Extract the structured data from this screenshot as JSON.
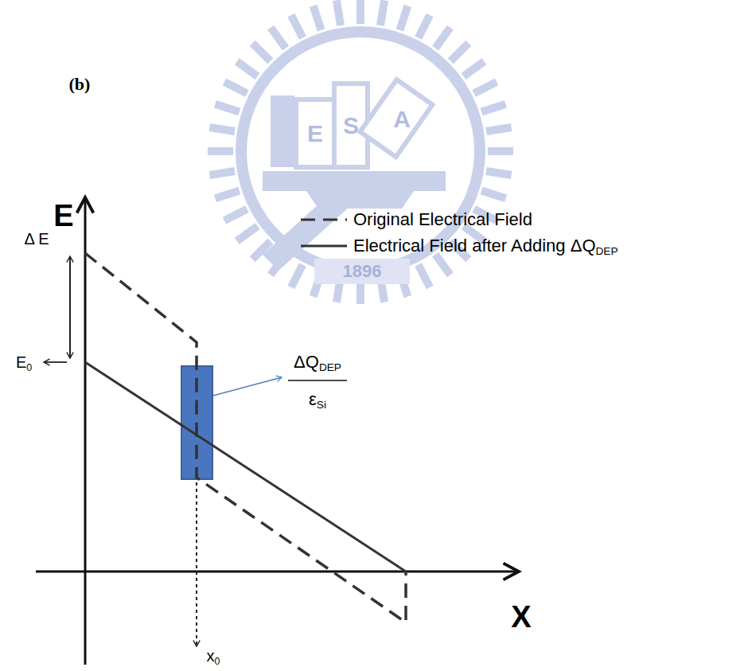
{
  "diagram": {
    "labels": [
      "1896",
      "E",
      "S",
      "A",
      "(b)",
      "E",
      "Δ E",
      "E0",
      "ΔQDEP",
      "εSi",
      "x0",
      "X"
    ],
    "legend": [
      {
        "text": "Original Electrical Field"
      },
      {
        "text": "Electrical Field after Adding ΔQDEP"
      }
    ]
  }
}
